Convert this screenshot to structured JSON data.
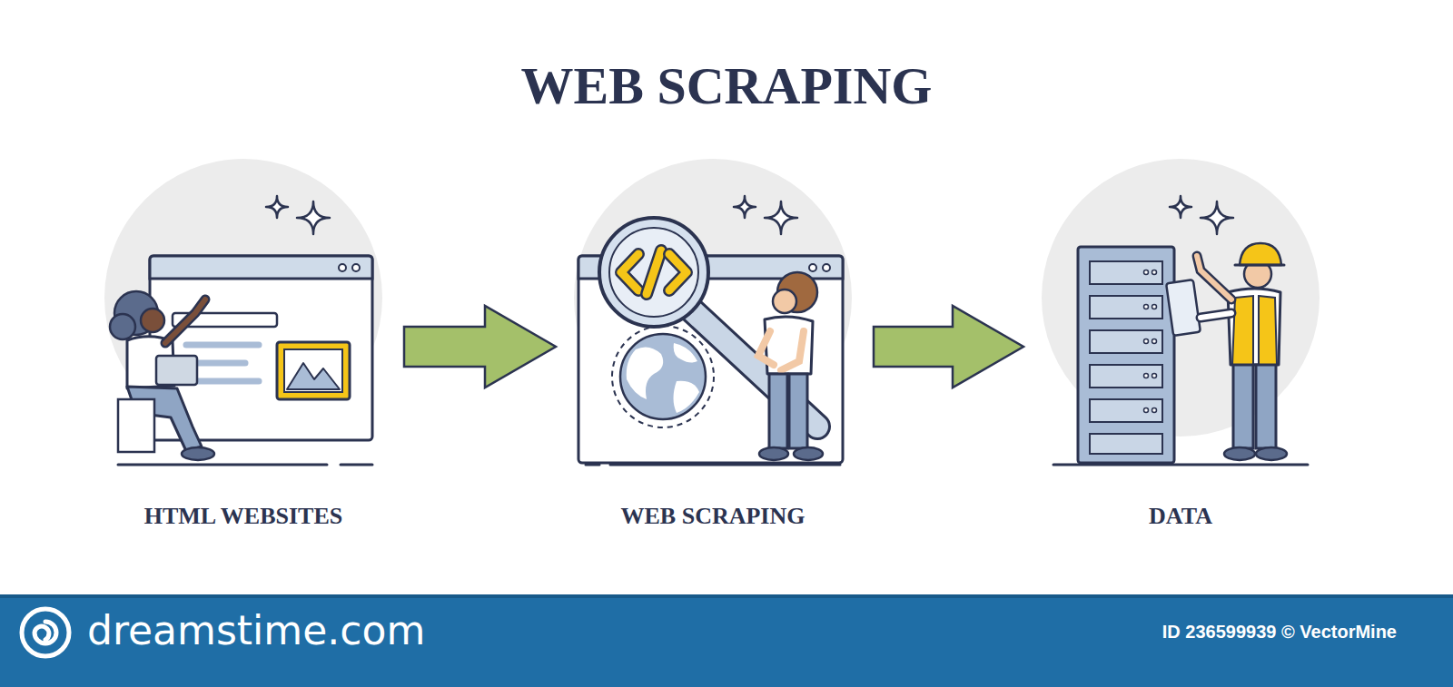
{
  "diagram": {
    "title": "WEB SCRAPING",
    "nodes": [
      {
        "text": [
          "HTML WEBSITES"
        ]
      },
      {
        "text": [
          "WEB SCRAPING"
        ]
      },
      {
        "text": [
          "DATA"
        ]
      }
    ],
    "edges": [
      {
        "from": 0,
        "to": 1,
        "arrow": "to"
      },
      {
        "from": 1,
        "to": 2,
        "arrow": "to"
      }
    ],
    "labels": [
      "dreamstime.com",
      "ID 236599939 © VectorMine"
    ]
  }
}
